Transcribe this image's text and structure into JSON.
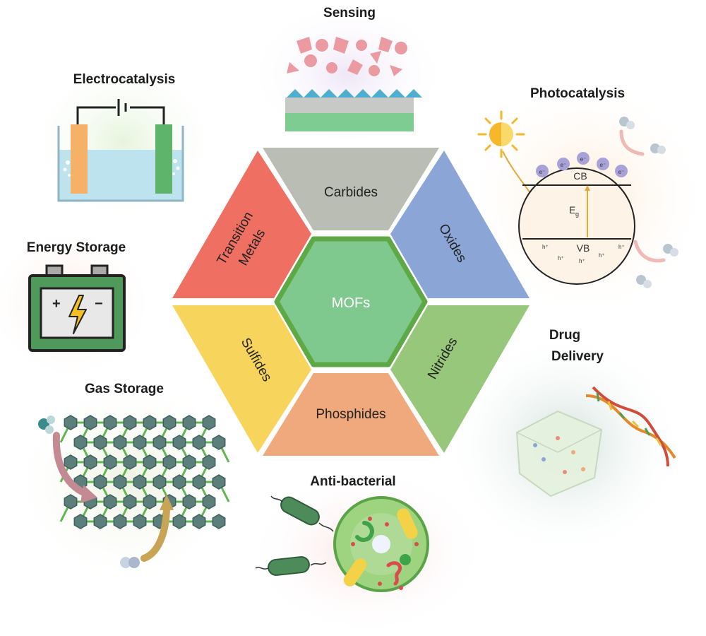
{
  "center": {
    "label": "MOFs"
  },
  "segments": {
    "carbides": "Carbides",
    "oxides": "Oxides",
    "nitrides": "Nitrides",
    "phosphides": "Phosphides",
    "sulfides": "Sulfides",
    "transition_line1": "Transition",
    "transition_line2": "Metals"
  },
  "applications": {
    "sensing": "Sensing",
    "electrocatalysis": "Electrocatalysis",
    "photocatalysis": "Photocatalysis",
    "energy_storage": "Energy Storage",
    "drug_line1": "Drug",
    "drug_line2": "Delivery",
    "gas_storage": "Gas Storage",
    "antibacterial": "Anti-bacterial"
  },
  "photocatalysis_diagram": {
    "cb": "CB",
    "vb": "VB",
    "eg": "E",
    "eg_sub": "g",
    "electron": "e⁻",
    "hole": "h⁺"
  },
  "battery": {
    "plus": "+",
    "minus": "−"
  },
  "colors": {
    "carbides": "#b9bdb3",
    "oxides": "#8aa5d6",
    "nitrides": "#97c77a",
    "phosphides": "#f0a97d",
    "sulfides": "#f7d55c",
    "transition_metals": "#ef6f62",
    "center": "#7fc98f",
    "center_border": "#5ea845"
  }
}
